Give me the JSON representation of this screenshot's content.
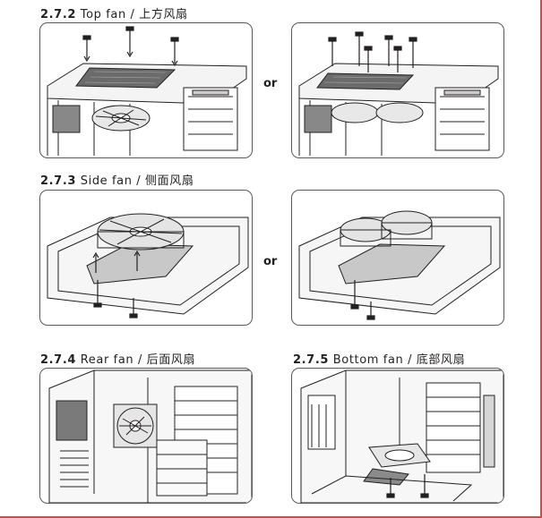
{
  "sections": {
    "top_fan": {
      "number": "2.7.2",
      "title": "Top fan / 上方风扇"
    },
    "side_fan": {
      "number": "2.7.3",
      "title": "Side fan / 侧面风扇"
    },
    "rear_fan": {
      "number": "2.7.4",
      "title": "Rear fan / 后面风扇"
    },
    "bottom_fan": {
      "number": "2.7.5",
      "title": "Bottom  fan / 底部风扇"
    }
  },
  "separator_or": "or",
  "colors": {
    "line": "#231f20",
    "panel_border": "#5a5a5a",
    "page_edge": "#d9493f"
  }
}
